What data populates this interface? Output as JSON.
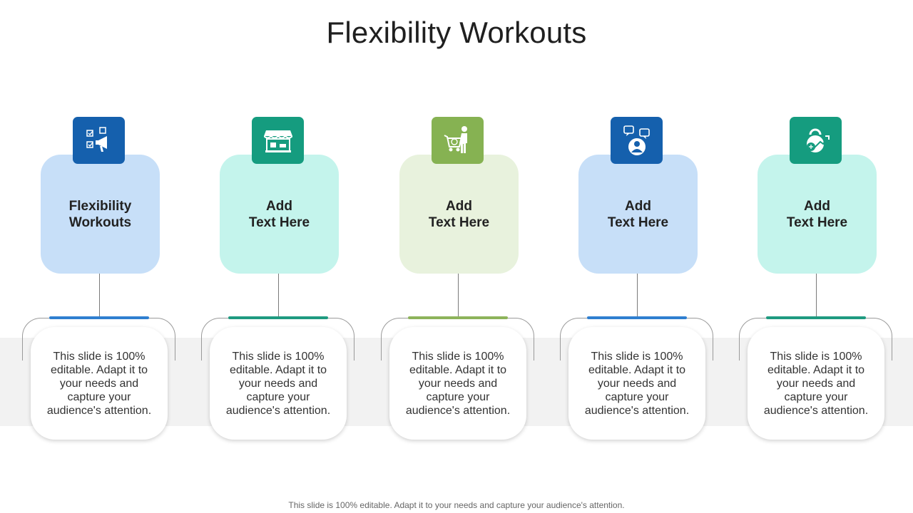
{
  "slide": {
    "title": "Flexibility Workouts",
    "footer": "This slide is 100% editable. Adapt it to your needs and capture your audience's attention."
  },
  "columns": [
    {
      "label": "Flexibility\nWorkouts",
      "description": "This slide is 100% editable. Adapt it to your needs and capture your audience's attention.",
      "icon": "megaphone-checklist-icon",
      "tile_color": "#1560ad",
      "card_color": "#c7dff8",
      "accent_color": "#2f7fd0"
    },
    {
      "label": "Add\nText Here",
      "description": "This slide is 100% editable. Adapt it to your needs and capture your audience's attention.",
      "icon": "storefront-icon",
      "tile_color": "#159c7f",
      "card_color": "#c4f4ec",
      "accent_color": "#1f9a80"
    },
    {
      "label": "Add\nText Here",
      "description": "This slide is 100% editable. Adapt it to your needs and capture your audience's attention.",
      "icon": "shopper-cart-icon",
      "tile_color": "#86b252",
      "card_color": "#e8f2dd",
      "accent_color": "#8db35a"
    },
    {
      "label": "Add\nText Here",
      "description": "This slide is 100% editable. Adapt it to your needs and capture your audience's attention.",
      "icon": "user-chat-icon",
      "tile_color": "#1560ad",
      "card_color": "#c7dff8",
      "accent_color": "#2f7fd0"
    },
    {
      "label": "Add\nText Here",
      "description": "This slide is 100% editable. Adapt it to your needs and capture your audience's attention.",
      "icon": "kettlebell-growth-icon",
      "tile_color": "#159c7f",
      "card_color": "#c4f4ec",
      "accent_color": "#1f9a80"
    }
  ]
}
